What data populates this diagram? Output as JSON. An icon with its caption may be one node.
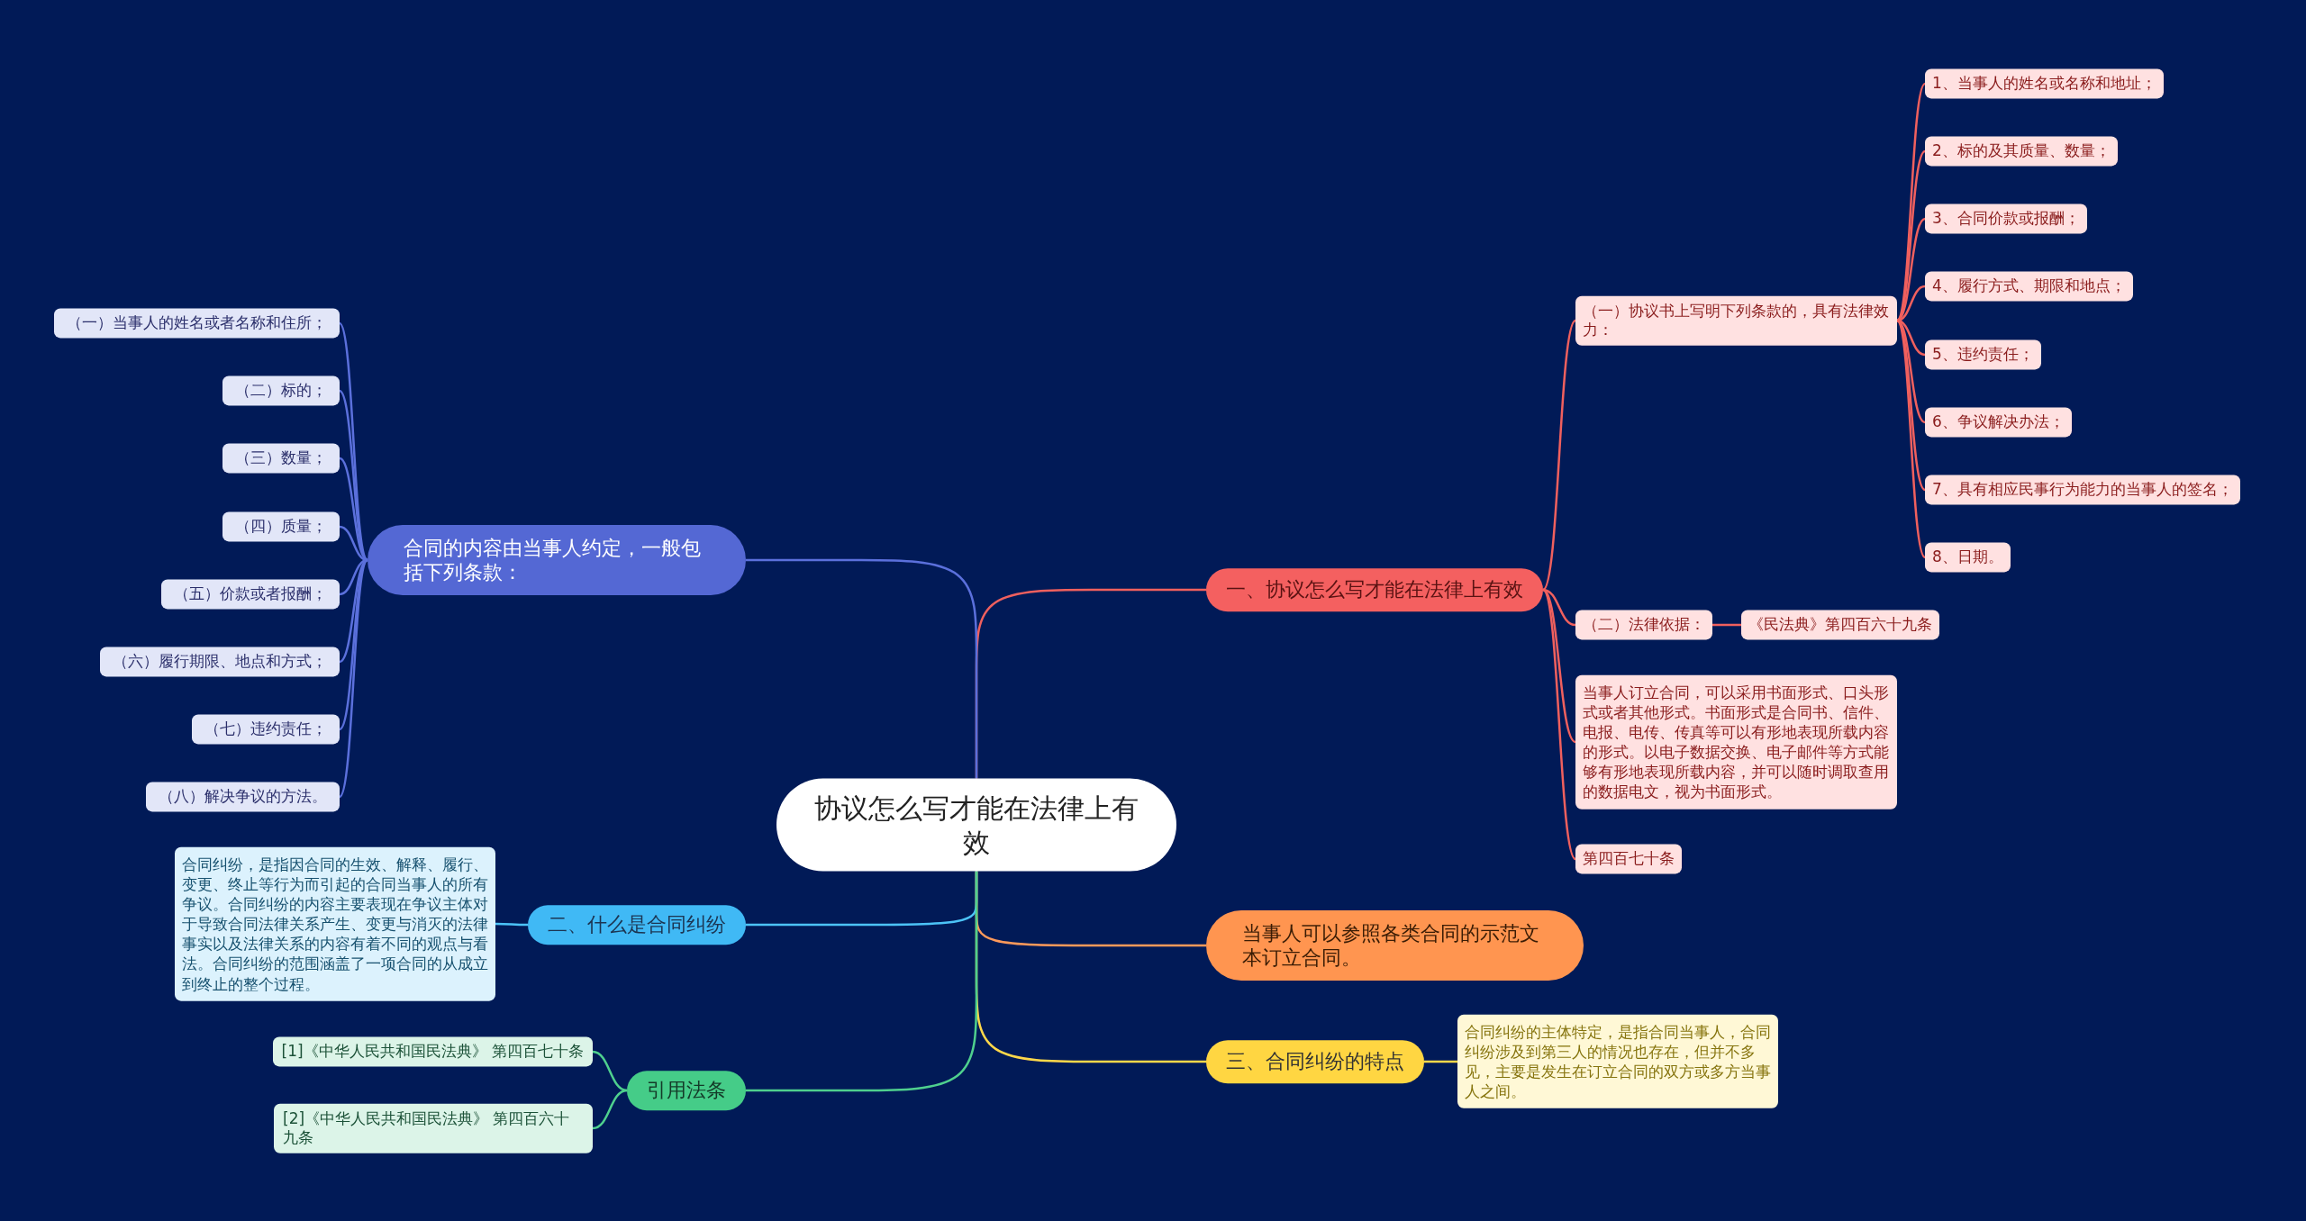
{
  "diagram": {
    "nodes": [
      {
        "text": [
          "协议怎么写才能在法律上有效"
        ]
      },
      {
        "text": [
          "一、协议怎么写才能在法律上有效"
        ]
      },
      {
        "text": [
          "（一）协议书上写明下列条款的，具有法律效力："
        ]
      },
      {
        "text": [
          "1、当事人的姓名或名称和地址；"
        ]
      },
      {
        "text": [
          "2、标的及其质量、数量；"
        ]
      },
      {
        "text": [
          "3、合同价款或报酬；"
        ]
      },
      {
        "text": [
          "4、履行方式、期限和地点；"
        ]
      },
      {
        "text": [
          "5、违约责任；"
        ]
      },
      {
        "text": [
          "6、争议解决办法；"
        ]
      },
      {
        "text": [
          "7、具有相应民事行为能力的当事人的签名；"
        ]
      },
      {
        "text": [
          "8、日期。"
        ]
      },
      {
        "text": [
          "（二）法律依据："
        ]
      },
      {
        "text": [
          "《民法典》第四百六十九条"
        ]
      },
      {
        "text": [
          "当事人订立合同，可以采用书面形式、口头形式或者其他形式。书面形式是合同书、信件、电报、电传、传真等可以有形地表现所载内容的形式。以电子数据交换、电子邮件等方式能够有形地表现所载内容，并可以随时调取查用的数据电文，视为书面形式。"
        ]
      },
      {
        "text": [
          "第四百七十条"
        ]
      },
      {
        "text": [
          "当事人可以参照各类合同的示范文本订立合同。"
        ]
      },
      {
        "text": [
          "三、合同纠纷的特点"
        ]
      },
      {
        "text": [
          "合同纠纷的主体特定，是指合同当事人，合同纠纷涉及到第三人的情况也存在，但并不多见，主要是发生在订立合同的双方或多方当事人之间。"
        ]
      },
      {
        "text": [
          "合同的内容由当事人约定，一般包括下列条款："
        ]
      },
      {
        "text": [
          "（一）当事人的姓名或者名称和住所；"
        ]
      },
      {
        "text": [
          "（二）标的；"
        ]
      },
      {
        "text": [
          "（三）数量；"
        ]
      },
      {
        "text": [
          "（四）质量；"
        ]
      },
      {
        "text": [
          "（五）价款或者报酬；"
        ]
      },
      {
        "text": [
          "（六）履行期限、地点和方式；"
        ]
      },
      {
        "text": [
          "（七）违约责任；"
        ]
      },
      {
        "text": [
          "（八）解决争议的方法。"
        ]
      },
      {
        "text": [
          "二、什么是合同纠纷"
        ]
      },
      {
        "text": [
          "合同纠纷，是指因合同的生效、解释、履行、变更、终止等行为而引起的合同当事人的所有争议。合同纠纷的内容主要表现在争议主体对于导致合同法律关系产生、变更与消灭的法律事实以及法律关系的内容有着不同的观点与看法。合同纠纷的范围涵盖了一项合同的从成立到终止的整个过程。"
        ]
      },
      {
        "text": [
          "引用法条"
        ]
      },
      {
        "text": [
          "[1]《中华人民共和国民法典》 第四百七十条"
        ]
      },
      {
        "text": [
          "[2]《中华人民共和国民法典》 第四百六十九条"
        ]
      }
    ],
    "edges": [
      {
        "from": 0,
        "to": 1,
        "arrow": "none",
        "color": "#f0605e"
      },
      {
        "from": 1,
        "to": 2,
        "arrow": "none",
        "color": "#f0605e"
      },
      {
        "from": 2,
        "to": 3,
        "arrow": "none",
        "color": "#f0605e"
      },
      {
        "from": 2,
        "to": 4,
        "arrow": "none",
        "color": "#f0605e"
      },
      {
        "from": 2,
        "to": 5,
        "arrow": "none",
        "color": "#f0605e"
      },
      {
        "from": 2,
        "to": 6,
        "arrow": "none",
        "color": "#f0605e"
      },
      {
        "from": 2,
        "to": 7,
        "arrow": "none",
        "color": "#f0605e"
      },
      {
        "from": 2,
        "to": 8,
        "arrow": "none",
        "color": "#f0605e"
      },
      {
        "from": 2,
        "to": 9,
        "arrow": "none",
        "color": "#f0605e"
      },
      {
        "from": 2,
        "to": 10,
        "arrow": "none",
        "color": "#f0605e"
      },
      {
        "from": 1,
        "to": 11,
        "arrow": "none",
        "color": "#f0605e"
      },
      {
        "from": 11,
        "to": 12,
        "arrow": "none",
        "color": "#f0605e"
      },
      {
        "from": 1,
        "to": 13,
        "arrow": "none",
        "color": "#f0605e"
      },
      {
        "from": 1,
        "to": 14,
        "arrow": "none",
        "color": "#f0605e"
      },
      {
        "from": 0,
        "to": 15,
        "arrow": "none",
        "color": "#ff9a5a"
      },
      {
        "from": 0,
        "to": 16,
        "arrow": "none",
        "color": "#ffd84a"
      },
      {
        "from": 16,
        "to": 17,
        "arrow": "none",
        "color": "#ffd84a"
      },
      {
        "from": 0,
        "to": 18,
        "arrow": "none",
        "color": "#5b70dc"
      },
      {
        "from": 18,
        "to": 19,
        "arrow": "none",
        "color": "#5b70dc"
      },
      {
        "from": 18,
        "to": 20,
        "arrow": "none",
        "color": "#5b70dc"
      },
      {
        "from": 18,
        "to": 21,
        "arrow": "none",
        "color": "#5b70dc"
      },
      {
        "from": 18,
        "to": 22,
        "arrow": "none",
        "color": "#5b70dc"
      },
      {
        "from": 18,
        "to": 23,
        "arrow": "none",
        "color": "#5b70dc"
      },
      {
        "from": 18,
        "to": 24,
        "arrow": "none",
        "color": "#5b70dc"
      },
      {
        "from": 18,
        "to": 25,
        "arrow": "none",
        "color": "#5b70dc"
      },
      {
        "from": 18,
        "to": 26,
        "arrow": "none",
        "color": "#5b70dc"
      },
      {
        "from": 0,
        "to": 27,
        "arrow": "none",
        "color": "#4cc3f7"
      },
      {
        "from": 27,
        "to": 28,
        "arrow": "none",
        "color": "#4cc3f7"
      },
      {
        "from": 0,
        "to": 29,
        "arrow": "none",
        "color": "#4fd08e"
      },
      {
        "from": 29,
        "to": 30,
        "arrow": "none",
        "color": "#4fd08e"
      },
      {
        "from": 29,
        "to": 31,
        "arrow": "none",
        "color": "#4fd08e"
      }
    ]
  }
}
